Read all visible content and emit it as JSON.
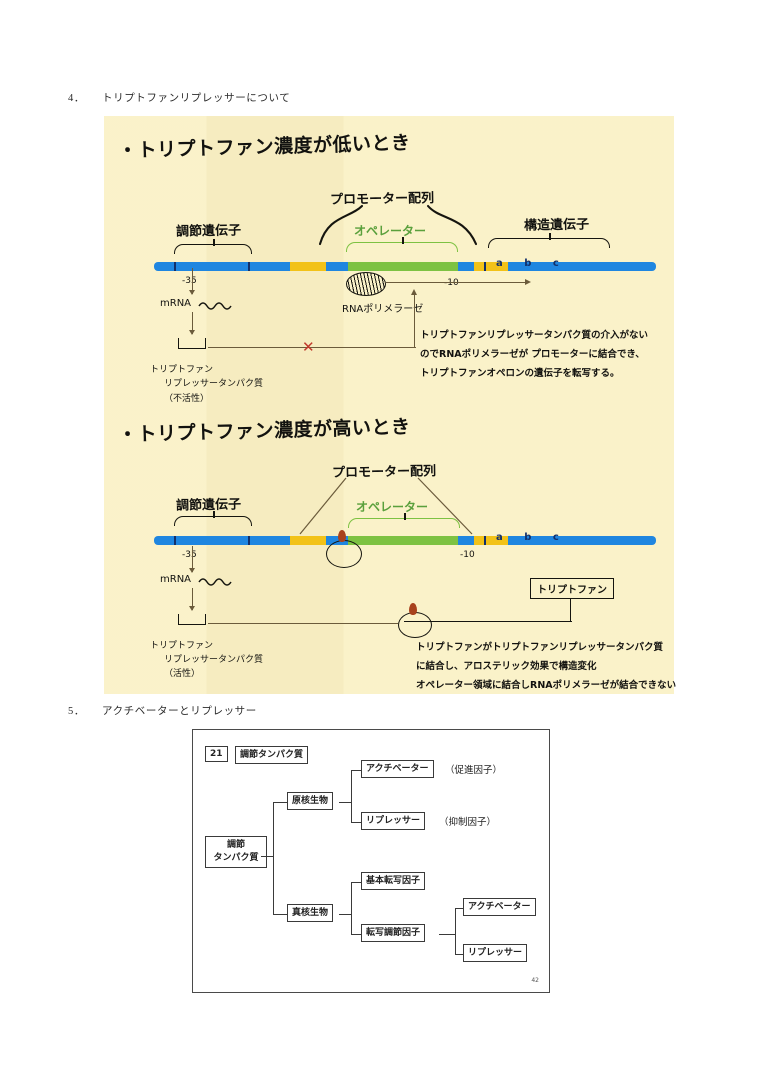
{
  "document": {
    "sections": [
      {
        "number": "4．",
        "title": "トリプトファンリプレッサーについて"
      },
      {
        "number": "5．",
        "title": "アクチベーターとリプレッサー"
      }
    ]
  },
  "note": {
    "panel_low": {
      "heading": "・トリプトファン濃度が低いとき",
      "labels": {
        "regulatory_gene": "調節遺伝子",
        "promoter": "プロモーター配列",
        "operator": "オペレーター",
        "structural_gene": "構造遺伝子",
        "minus35": "-35",
        "minus10": "-10",
        "rna_polymerase": "RNAポリメラーゼ",
        "mrna": "mRNA",
        "structural_segments": "a   b   c"
      },
      "repressor_caption": {
        "line1": "トリプトファン",
        "line2": "リプレッサータンパク質",
        "line3": "（不活性）"
      },
      "explanation": [
        "トリプトファンリプレッサータンパク質の介入がない",
        "のでRNAポリメラーゼが プロモーターに結合でき、",
        "トリプトファンオペロンの遺伝子を転写する。"
      ],
      "blocked_marker": "✕"
    },
    "panel_high": {
      "heading": "・トリプトファン濃度が高いとき",
      "labels": {
        "regulatory_gene": "調節遺伝子",
        "promoter": "プロモーター配列",
        "operator": "オペレーター",
        "minus35": "-35",
        "minus10": "-10",
        "mrna": "mRNA",
        "structural_segments": "a   b   c"
      },
      "repressor_caption": {
        "line1": "トリプトファン",
        "line2": "リプレッサータンパク質",
        "line3": "（活性）"
      },
      "tryptophan_box": "トリプトファン",
      "explanation": [
        "トリプトファンがトリプトファンリプレッサータンパク質",
        "に結合し、アロステリック効果で構造変化",
        "オペレーター領域に結合しRNAポリメラーゼが結合できない"
      ]
    },
    "colors": {
      "paper": "#faf0c3",
      "gene_blue": "#1f86e0",
      "promoter_yellow": "#f2c218",
      "operator_green": "#7dc242",
      "operator_text": "#5aa03c",
      "ink": "#15150f",
      "red": "#c0392b",
      "tryptophan": "#a8421d"
    }
  },
  "tree": {
    "corner_number": "21",
    "corner_label": "調節タンパク質",
    "root": {
      "line1": "調節",
      "line2": "タンパク質"
    },
    "branches": [
      {
        "name": "原核生物",
        "children": [
          {
            "label": "アクチベーター",
            "note": "（促進因子）"
          },
          {
            "label": "リプレッサー",
            "note": "（抑制因子）"
          }
        ]
      },
      {
        "name": "真核生物",
        "children": [
          {
            "label": "基本転写因子",
            "note": ""
          },
          {
            "label": "転写調節因子",
            "note": "",
            "children": [
              {
                "label": "アクチベーター"
              },
              {
                "label": "リプレッサー"
              }
            ]
          }
        ]
      }
    ],
    "page_number": "42"
  }
}
